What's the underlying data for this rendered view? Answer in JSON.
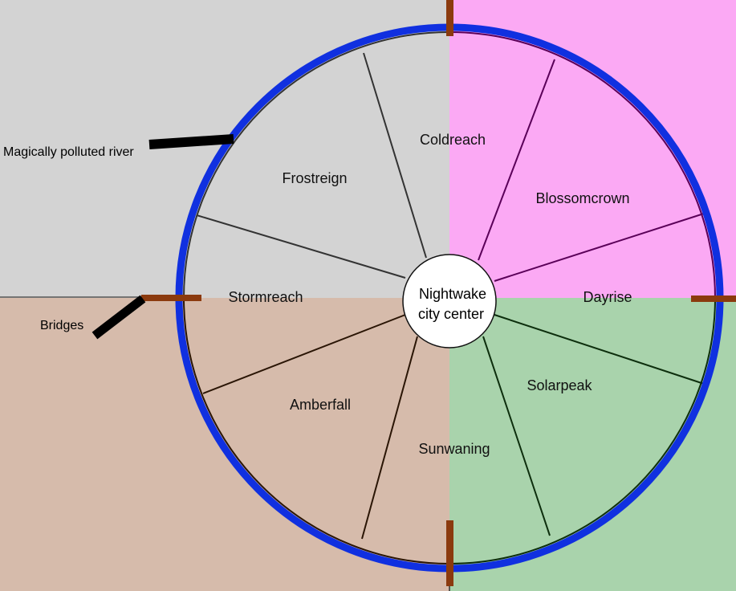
{
  "center": {
    "line1": "Nightwake",
    "line2": "city center"
  },
  "districts": {
    "coldreach": "Coldreach",
    "blossomcrown": "Blossomcrown",
    "dayrise": "Dayrise",
    "solarpeak": "Solarpeak",
    "sunwaning": "Sunwaning",
    "amberfall": "Amberfall",
    "stormreach": "Stormreach",
    "frostreign": "Frostreign"
  },
  "annotations": {
    "river": "Magically polluted river",
    "bridges": "Bridges"
  },
  "colors": {
    "quadrant_northwest": "#d3d3d3",
    "quadrant_northeast": "#fba9f4",
    "quadrant_southwest": "#d6bbab",
    "quadrant_southeast": "#a9d3ac",
    "river": "#1030e0",
    "bridge": "#8b3a0e",
    "pointer": "#000000",
    "line_northwest": "#333333",
    "line_northeast": "#5a0058",
    "line_southwest": "#2a1505",
    "line_southeast": "#0d2e0d"
  }
}
